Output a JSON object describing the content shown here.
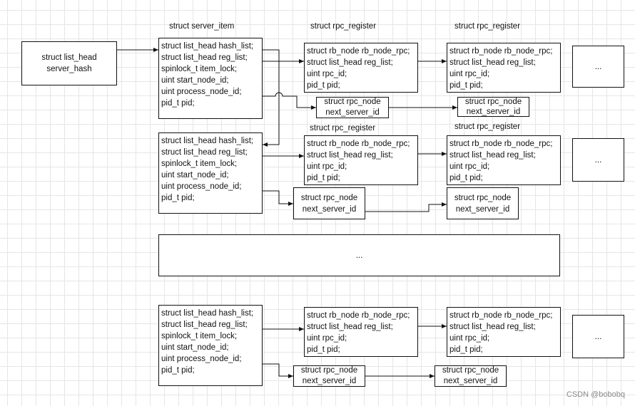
{
  "titles": {
    "server_item": "struct server_item",
    "rpc_a": "struct rpc_register",
    "rpc_b": "struct rpc_register",
    "rpc_c": "struct rpc_register",
    "rpc_d": "struct rpc_register"
  },
  "hash_head": {
    "line1": "struct list_head",
    "line2": "server_hash"
  },
  "server_item_fields": [
    "struct list_head hash_list;",
    "struct list_head reg_list;",
    "spinlock_t item_lock;",
    "uint start_node_id;",
    "uint process_node_id;",
    "pid_t pid;"
  ],
  "rpc_fields": [
    "struct rb_node rb_node_rpc;",
    "struct list_head reg_list;",
    "uint rpc_id;",
    "pid_t pid;"
  ],
  "rpc_node": {
    "line1": "struct rpc_node",
    "line2": "next_server_id"
  },
  "ellipsis": "...",
  "watermark": "CSDN @bobobq"
}
